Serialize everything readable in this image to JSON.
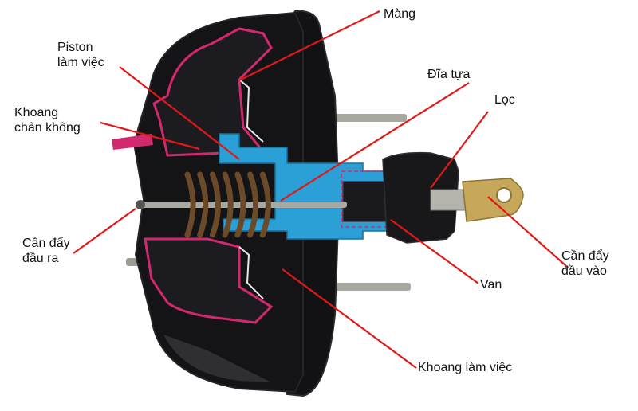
{
  "colors": {
    "housing": "#121214",
    "housing_highlight": "#3a3a40",
    "section_outline": "#d2296e",
    "piston_blue": "#2aa0d6",
    "leader_line": "#e01818",
    "spring": "#6b4a2a",
    "steel": "#a9a9a3",
    "brass": "#c7a85a"
  },
  "labels": {
    "mang": "Màng",
    "piston": [
      "Piston",
      "làm việc"
    ],
    "dia_tua": "Đĩa tựa",
    "loc": "Lọc",
    "khoang_chan_khong": [
      "Khoang",
      "chân không"
    ],
    "can_day_dau_ra": [
      "Cần đẩy",
      "đầu ra"
    ],
    "can_day_dau_vao": [
      "Cần đẩy",
      "đầu vào"
    ],
    "van": "Van",
    "khoang_lam_viec": "Khoang làm việc"
  }
}
